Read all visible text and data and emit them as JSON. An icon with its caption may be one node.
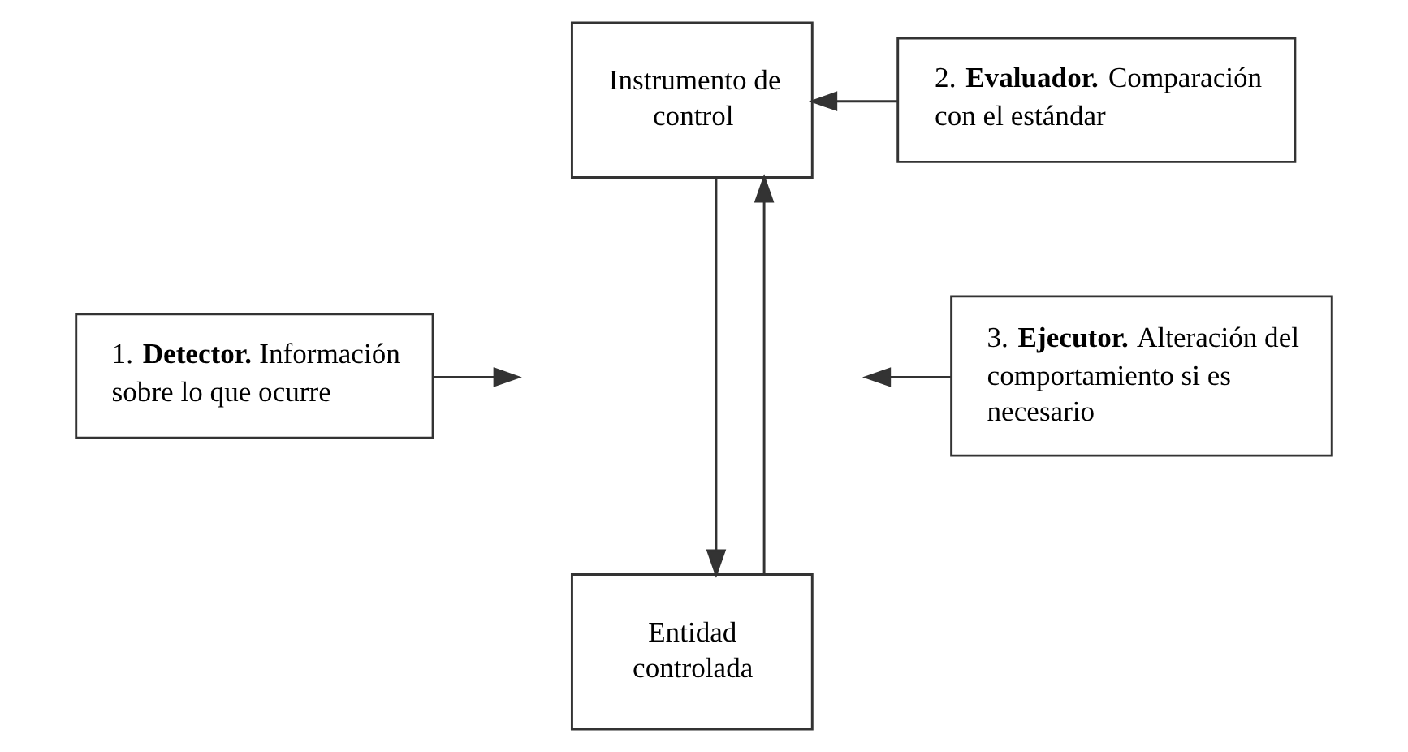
{
  "diagram": {
    "nodes": [
      {
        "text": [
          "Instrumento de control"
        ]
      },
      {
        "text": [
          "2. **Evaluador.** Comparación con el estándar"
        ]
      },
      {
        "text": [
          "1. **Detector.** Información sobre lo que ocurre"
        ]
      },
      {
        "text": [
          "3. **Ejecutor.** Alteración del comportamiento si es necesario"
        ]
      },
      {
        "text": [
          "Entidad controlada"
        ]
      }
    ],
    "edges": [
      {
        "from": 1,
        "to": 0,
        "arrow": "to"
      },
      {
        "from": 4,
        "to": 0,
        "arrow": "to"
      },
      {
        "from": 0,
        "to": 4,
        "arrow": "to"
      },
      {
        "from": 2,
        "to": null,
        "arrow": "to"
      },
      {
        "from": 3,
        "to": null,
        "arrow": "to"
      }
    ]
  }
}
